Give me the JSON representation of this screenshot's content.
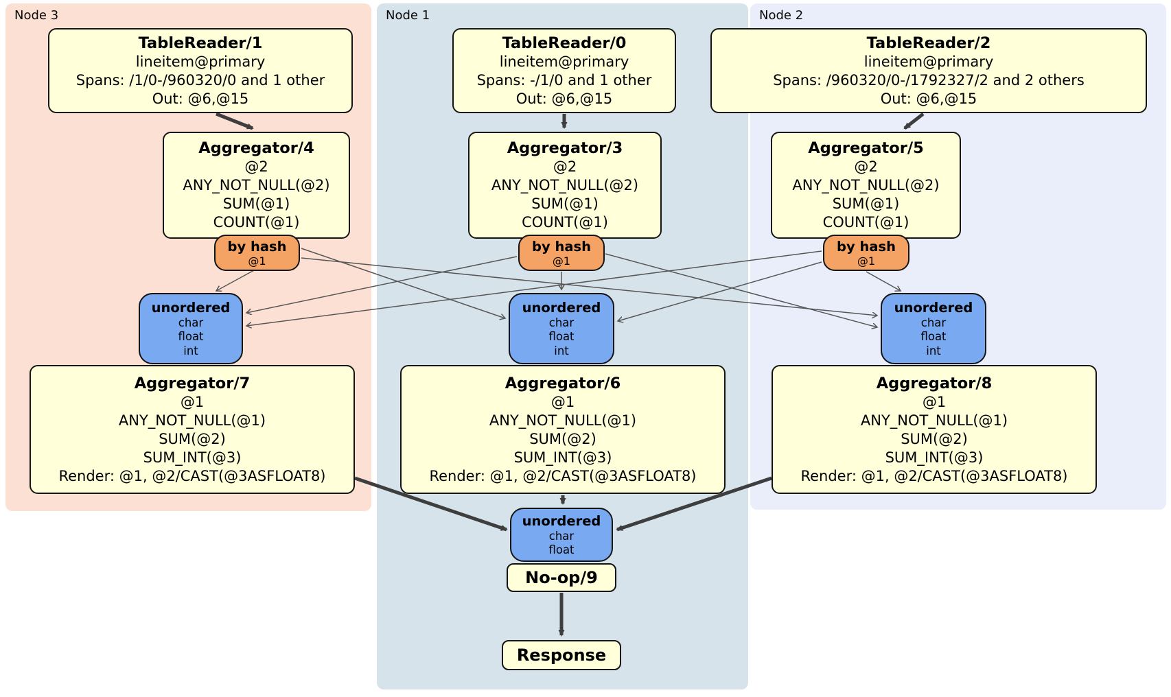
{
  "panels": [
    {
      "label": "Node 3",
      "table_reader": {
        "title": "TableReader/1",
        "lines": [
          "lineitem@primary",
          "Spans: /1/0-/960320/0 and 1 other",
          "Out: @6,@15"
        ]
      },
      "pre_aggregator": {
        "title": "Aggregator/4",
        "lines": [
          "@2",
          "ANY_NOT_NULL(@2)",
          "SUM(@1)",
          "COUNT(@1)"
        ]
      },
      "hash_router": {
        "title": "by hash",
        "detail": "@1"
      },
      "merge_sync": {
        "title": "unordered",
        "types": [
          "char",
          "float",
          "int"
        ]
      },
      "post_aggregator": {
        "title": "Aggregator/7",
        "lines": [
          "@1",
          "ANY_NOT_NULL(@1)",
          "SUM(@2)",
          "SUM_INT(@3)",
          "Render: @1, @2/CAST(@3ASFLOAT8)"
        ]
      }
    },
    {
      "label": "Node 1",
      "table_reader": {
        "title": "TableReader/0",
        "lines": [
          "lineitem@primary",
          "Spans: -/1/0 and 1 other",
          "Out: @6,@15"
        ]
      },
      "pre_aggregator": {
        "title": "Aggregator/3",
        "lines": [
          "@2",
          "ANY_NOT_NULL(@2)",
          "SUM(@1)",
          "COUNT(@1)"
        ]
      },
      "hash_router": {
        "title": "by hash",
        "detail": "@1"
      },
      "merge_sync": {
        "title": "unordered",
        "types": [
          "char",
          "float",
          "int"
        ]
      },
      "post_aggregator": {
        "title": "Aggregator/6",
        "lines": [
          "@1",
          "ANY_NOT_NULL(@1)",
          "SUM(@2)",
          "SUM_INT(@3)",
          "Render: @1, @2/CAST(@3ASFLOAT8)"
        ]
      },
      "final_sync": {
        "title": "unordered",
        "types": [
          "char",
          "float"
        ]
      },
      "noop": {
        "title": "No-op/9"
      },
      "response": {
        "title": "Response"
      }
    },
    {
      "label": "Node 2",
      "table_reader": {
        "title": "TableReader/2",
        "lines": [
          "lineitem@primary",
          "Spans: /960320/0-/1792327/2 and 2 others",
          "Out: @6,@15"
        ]
      },
      "pre_aggregator": {
        "title": "Aggregator/5",
        "lines": [
          "@2",
          "ANY_NOT_NULL(@2)",
          "SUM(@1)",
          "COUNT(@1)"
        ]
      },
      "hash_router": {
        "title": "by hash",
        "detail": "@1"
      },
      "merge_sync": {
        "title": "unordered",
        "types": [
          "char",
          "float",
          "int"
        ]
      },
      "post_aggregator": {
        "title": "Aggregator/8",
        "lines": [
          "@1",
          "ANY_NOT_NULL(@1)",
          "SUM(@2)",
          "SUM_INT(@3)",
          "Render: @1, @2/CAST(@3ASFLOAT8)"
        ]
      }
    }
  ],
  "colors": {
    "node3_panel_bg": "#fce0d3",
    "node1_panel_bg": "#d7e3eb",
    "node2_panel_bg": "#e9eefa",
    "processor_box_bg": "#ffffd9",
    "hash_router_bg": "#f5a365",
    "unordered_sync_bg": "#79a9f1",
    "box_border": "#141414",
    "edge_thin": "#565656",
    "edge_thick": "#3e3e3e"
  }
}
